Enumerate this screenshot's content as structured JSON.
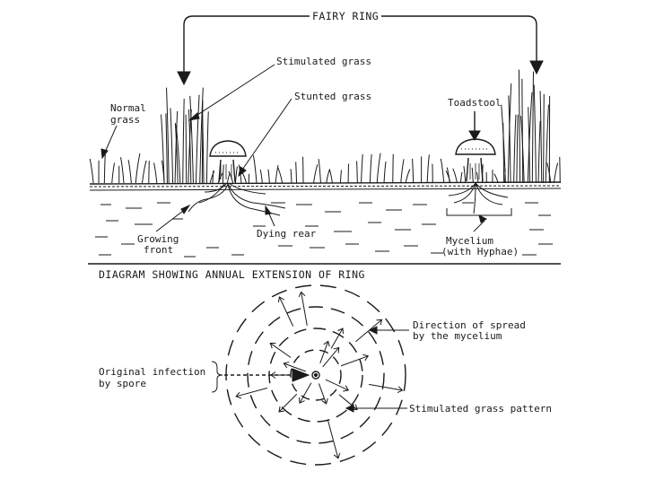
{
  "diagram_top": {
    "title": "FAIRY RING",
    "labels": {
      "stimulated_grass": "Stimulated grass",
      "stunted_grass": "Stunted grass",
      "normal_grass_line1": "Normal",
      "normal_grass_line2": "grass",
      "toadstool": "Toadstool",
      "growing_front_line1": "Growing",
      "growing_front_line2": "front",
      "dying_rear": "Dying rear",
      "mycelium_line1": "Mycelium",
      "mycelium_line2": "(with Hyphae)"
    }
  },
  "diagram_bottom": {
    "title": "DIAGRAM SHOWING ANNUAL EXTENSION OF RING",
    "labels": {
      "direction_line1": "Direction of spread",
      "direction_line2": "by the mycelium",
      "original_line1": "Original infection",
      "original_line2": "by spore",
      "stimulated_pattern": "Stimulated grass pattern"
    }
  }
}
